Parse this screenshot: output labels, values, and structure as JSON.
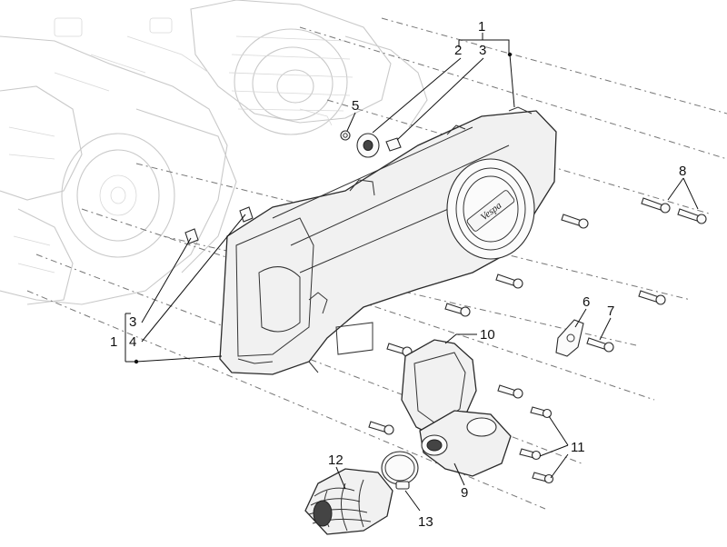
{
  "callouts": {
    "c1_top": "1",
    "c2_top": "2",
    "c3_top": "3",
    "c5": "5",
    "c8": "8",
    "c6": "6",
    "c7": "7",
    "c10": "10",
    "c3_left": "3",
    "c1_left": "1",
    "c4_left": "4",
    "c11": "11",
    "c9": "9",
    "c12": "12",
    "c13": "13"
  },
  "brand_badge": "Vespa"
}
